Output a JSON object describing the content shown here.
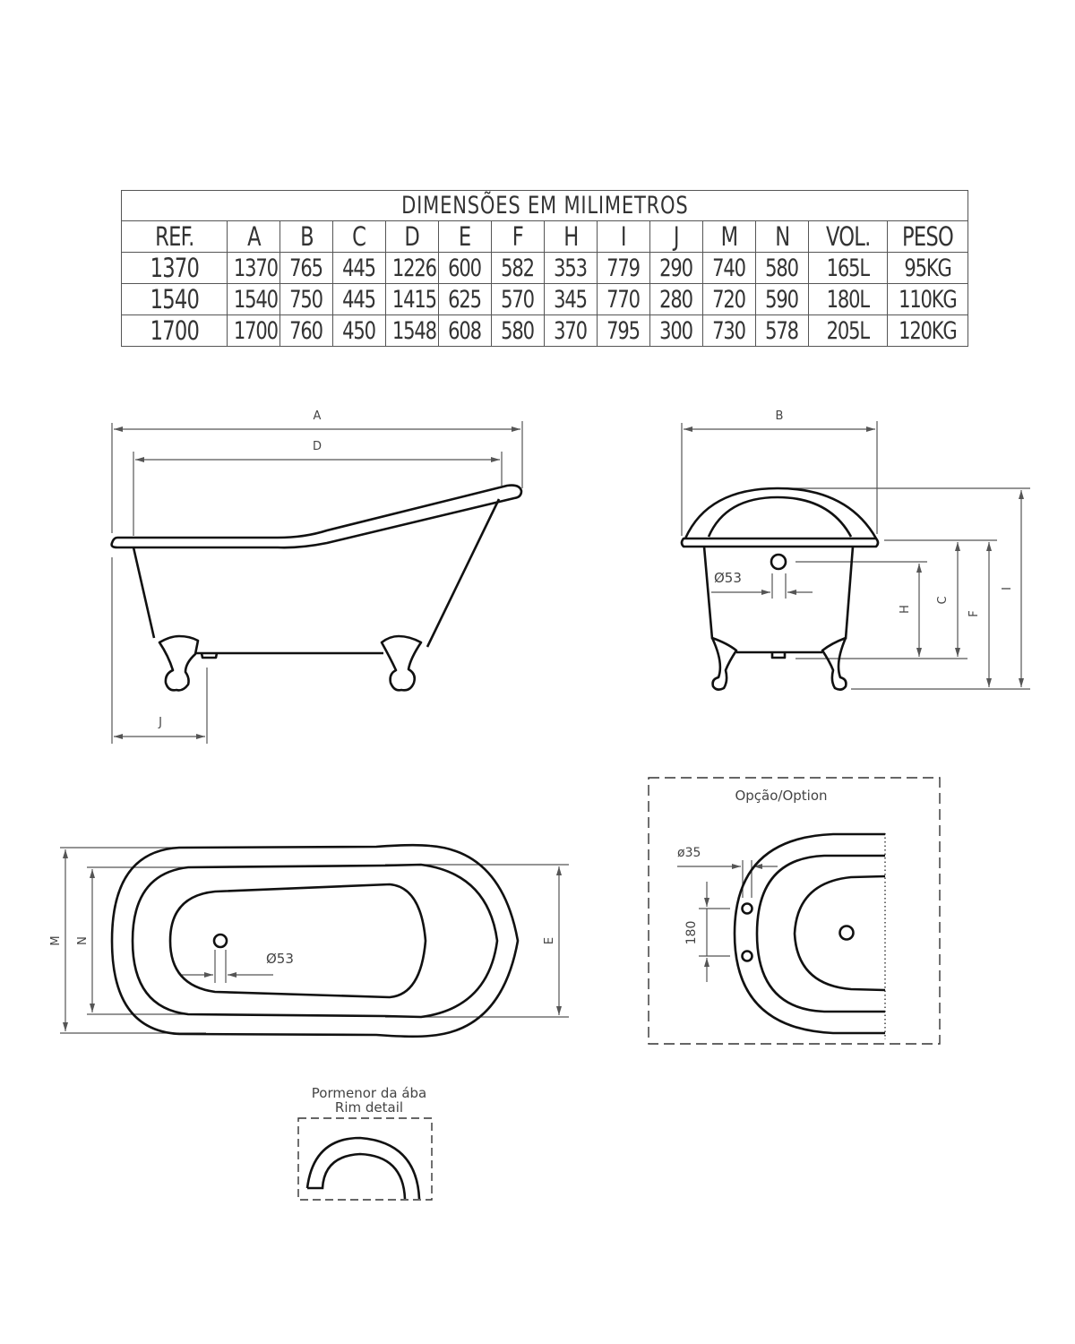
{
  "table": {
    "title": "DIMENSÕES EM MILIMETROS",
    "headers": [
      "REF.",
      "A",
      "B",
      "C",
      "D",
      "E",
      "F",
      "H",
      "I",
      "J",
      "M",
      "N",
      "VOL.",
      "PESO"
    ],
    "rows": [
      [
        "1370",
        "1370",
        "765",
        "445",
        "1226",
        "600",
        "582",
        "353",
        "779",
        "290",
        "740",
        "580",
        "165L",
        "95KG"
      ],
      [
        "1540",
        "1540",
        "750",
        "445",
        "1415",
        "625",
        "570",
        "345",
        "770",
        "280",
        "720",
        "590",
        "180L",
        "110KG"
      ],
      [
        "1700",
        "1700",
        "760",
        "450",
        "1548",
        "608",
        "580",
        "370",
        "795",
        "300",
        "730",
        "578",
        "205L",
        "120KG"
      ]
    ]
  },
  "side_view": {
    "labels": {
      "A": "A",
      "D": "D",
      "J": "J"
    }
  },
  "end_view": {
    "labels": {
      "B": "B",
      "H": "H",
      "C": "C",
      "F": "F",
      "I": "I",
      "drain": "Ø53"
    }
  },
  "top_view": {
    "labels": {
      "M": "M",
      "N": "N",
      "E": "E",
      "drain": "Ø53"
    }
  },
  "option_view": {
    "title": "Opção/Option",
    "hole_label": "ø35",
    "spacing_label": "180"
  },
  "rim_detail": {
    "title_pt": "Pormenor da ába",
    "title_en": "Rim detail"
  },
  "colors": {
    "line": "#111111",
    "dimension": "#555555",
    "text": "#444444",
    "background": "#ffffff"
  }
}
